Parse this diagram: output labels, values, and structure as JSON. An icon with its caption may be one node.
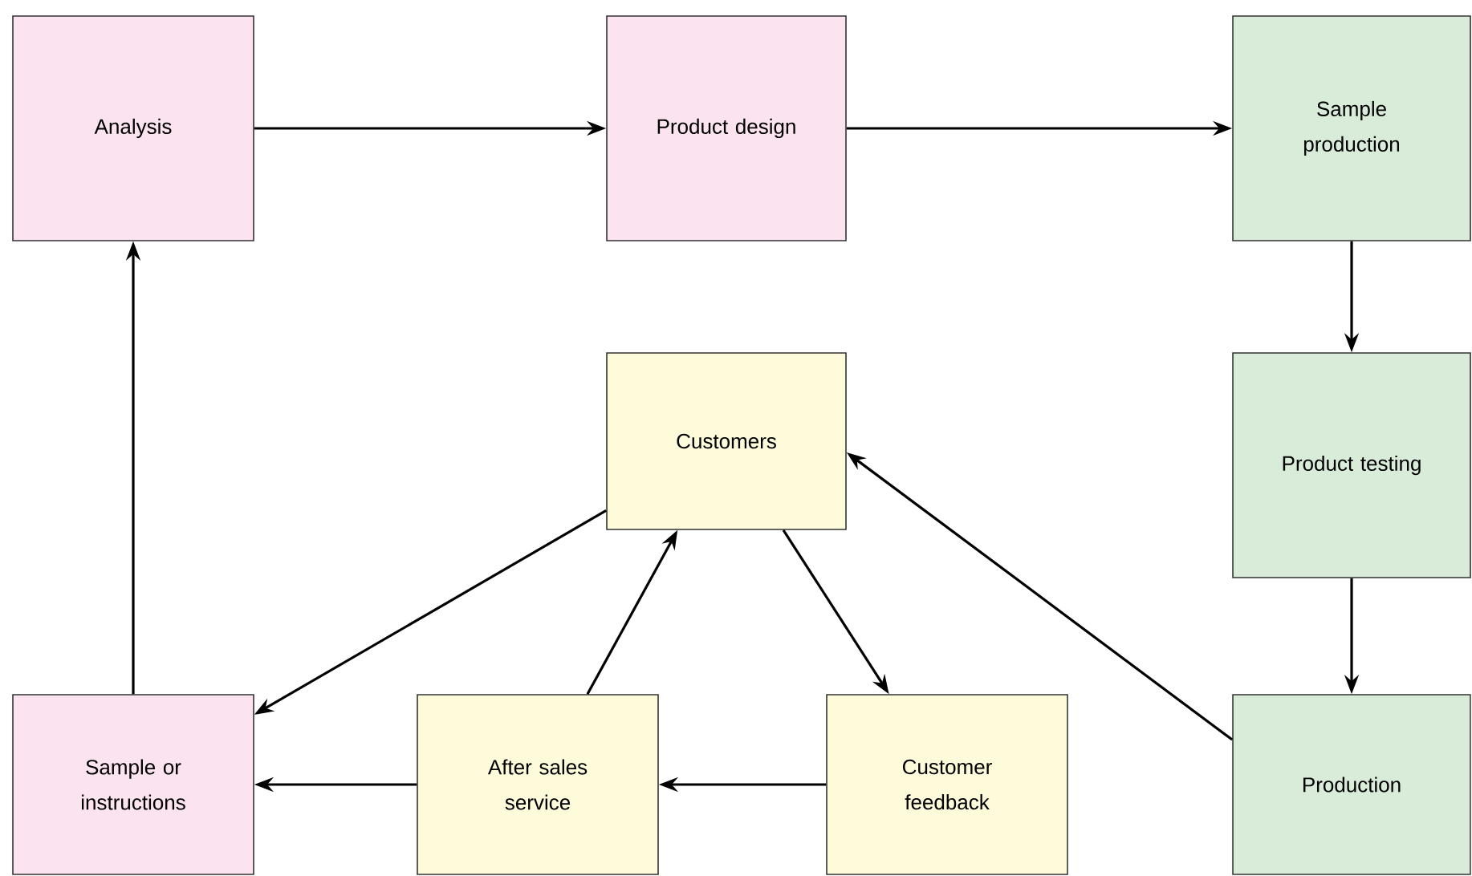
{
  "diagram": {
    "nodes": [
      {
        "text": [
          "Analysis"
        ]
      },
      {
        "text": [
          "Product design"
        ]
      },
      {
        "text": [
          "Sample production"
        ]
      },
      {
        "text": [
          "Customers"
        ]
      },
      {
        "text": [
          "Product testing"
        ]
      },
      {
        "text": [
          "Sample or instructions"
        ]
      },
      {
        "text": [
          "After sales service"
        ]
      },
      {
        "text": [
          "Customer feedback"
        ]
      },
      {
        "text": [
          "Production"
        ]
      }
    ],
    "edges": [
      {
        "from": 0,
        "to": 1,
        "arrow": "to"
      },
      {
        "from": 1,
        "to": 2,
        "arrow": "to"
      },
      {
        "from": 2,
        "to": 4,
        "arrow": "to"
      },
      {
        "from": 4,
        "to": 8,
        "arrow": "to"
      },
      {
        "from": 8,
        "to": 3,
        "arrow": "to"
      },
      {
        "from": 3,
        "to": 5,
        "arrow": "to"
      },
      {
        "from": 3,
        "to": 7,
        "arrow": "to"
      },
      {
        "from": 6,
        "to": 3,
        "arrow": "to"
      },
      {
        "from": 7,
        "to": 6,
        "arrow": "to"
      },
      {
        "from": 6,
        "to": 5,
        "arrow": "to"
      },
      {
        "from": 5,
        "to": 0,
        "arrow": "to"
      }
    ]
  }
}
